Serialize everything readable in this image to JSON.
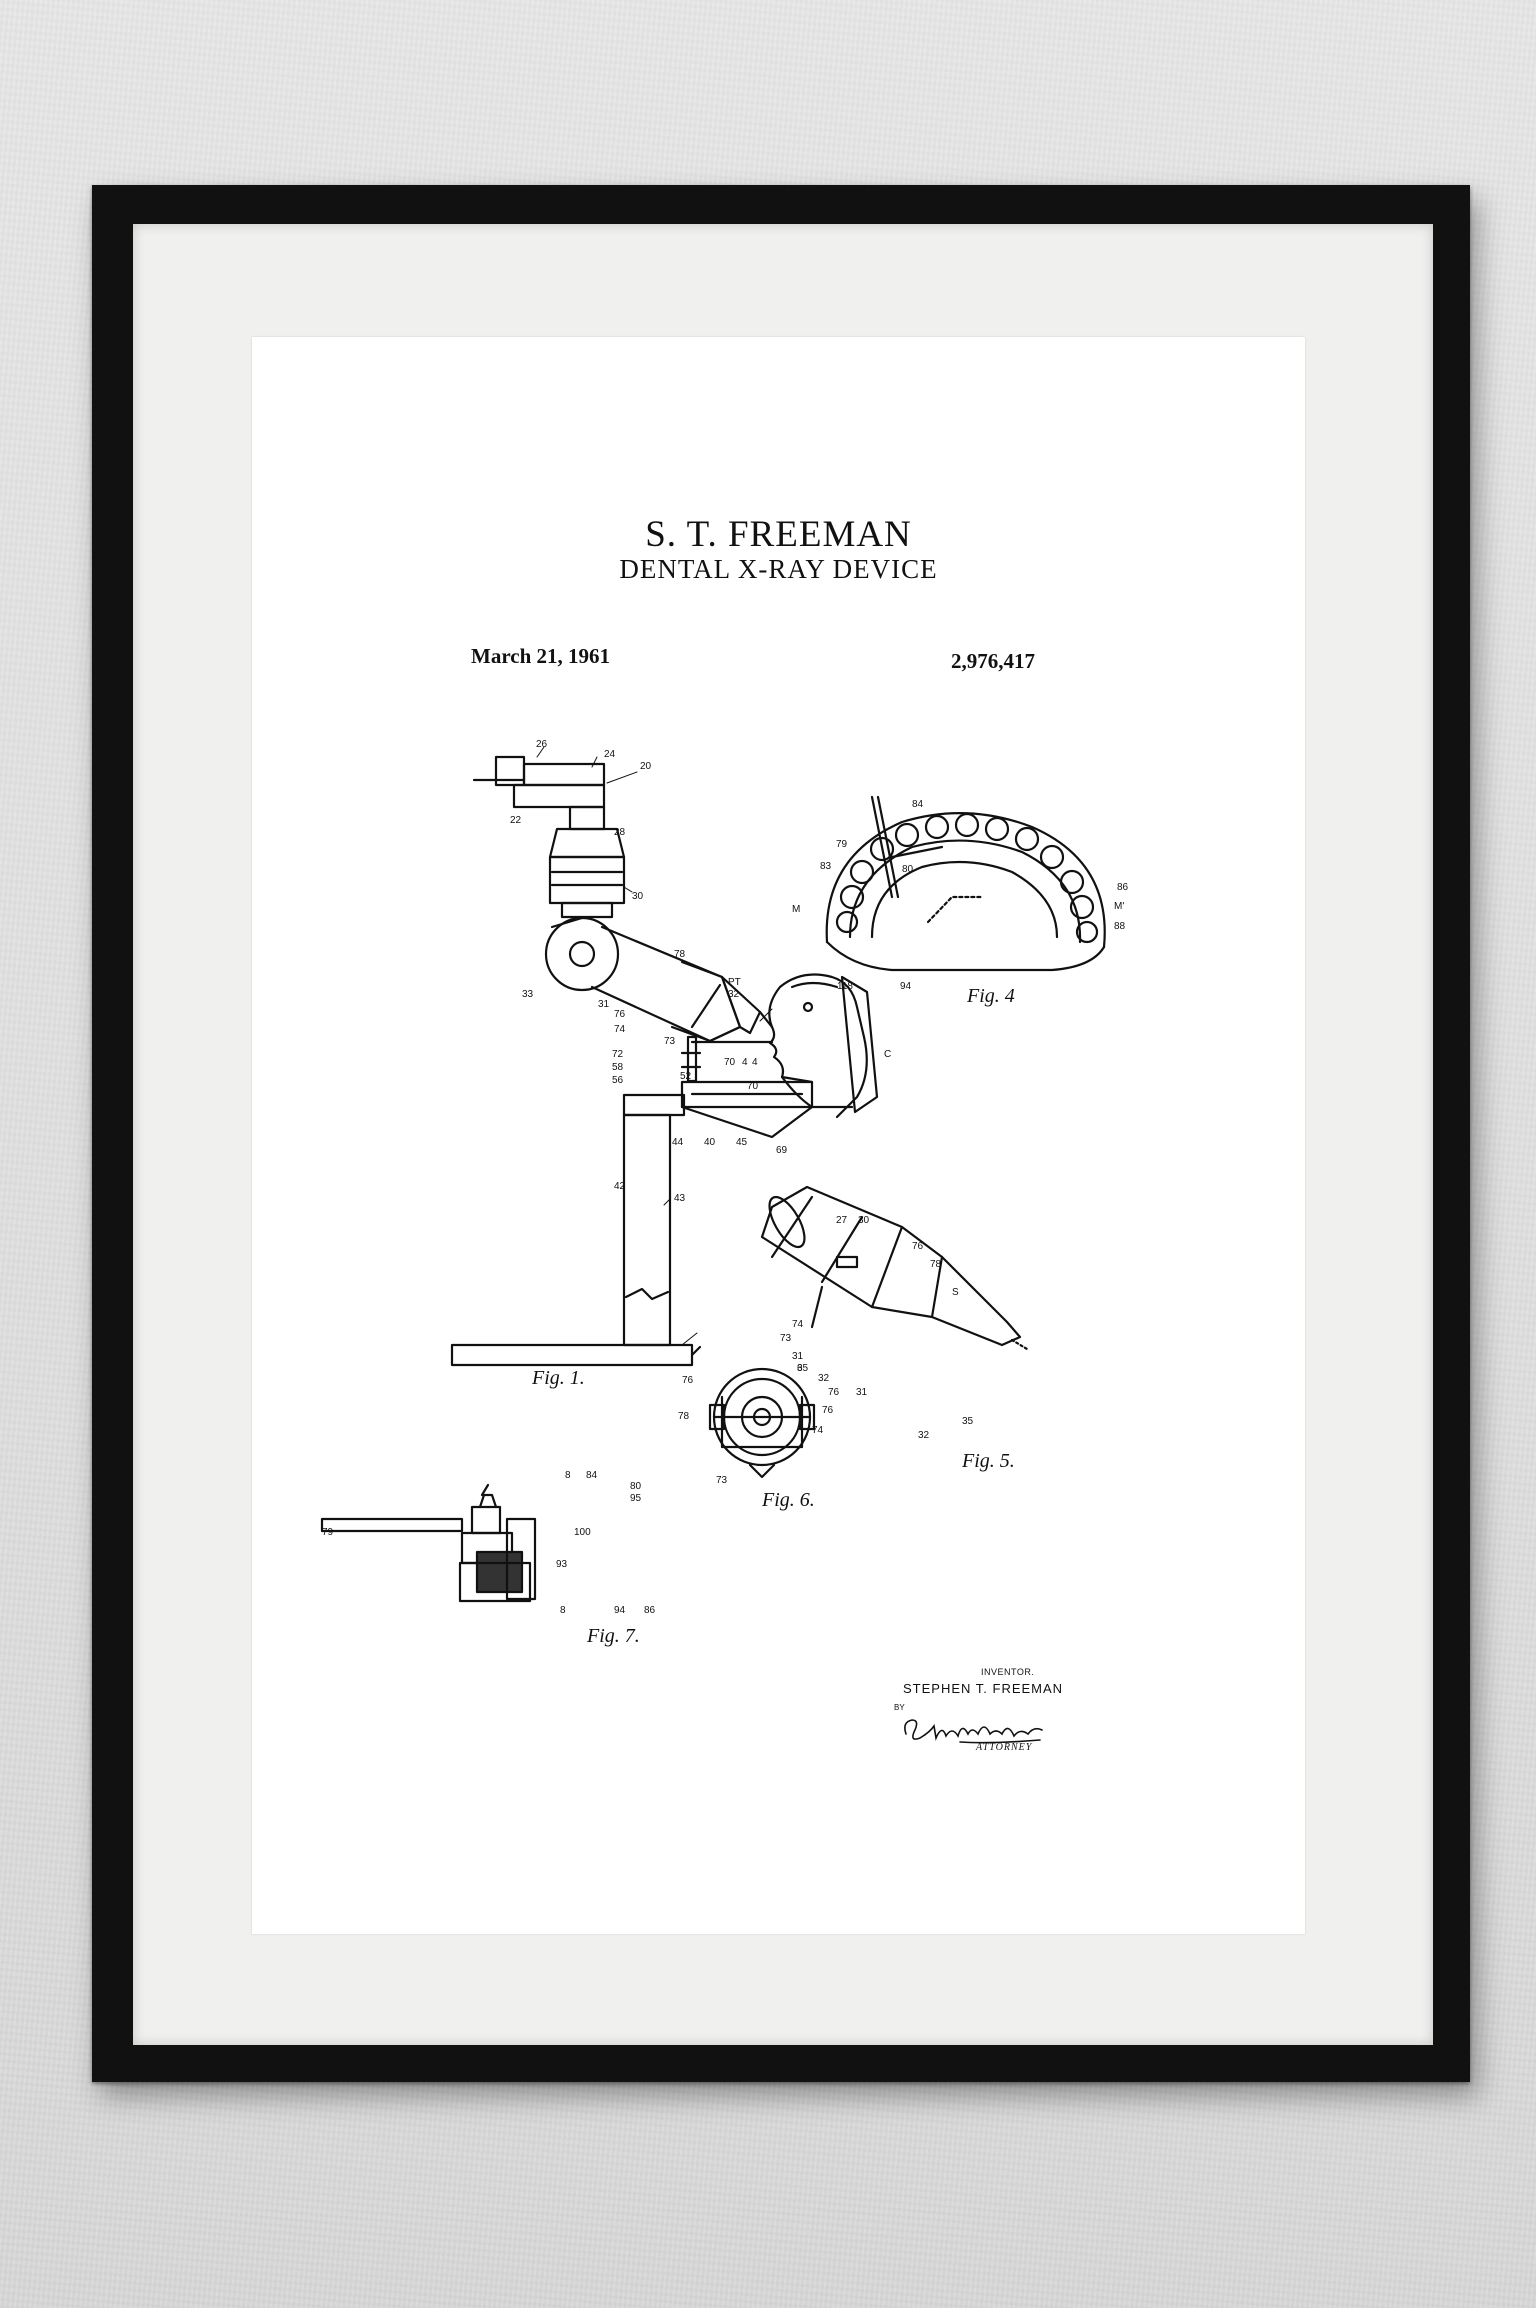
{
  "print": {
    "title": "S. T. FREEMAN",
    "subtitle": "DENTAL X-RAY DEVICE",
    "date": "March 21, 1961",
    "patent_number": "2,976,417",
    "inventor_label": "INVENTOR.",
    "inventor_name": "STEPHEN  T. FREEMAN",
    "by_label": "BY",
    "attorney_label": "ATTORNEY",
    "signature_text": "Gilbert P. Rolnick"
  },
  "figures": {
    "fig1": "Fig. 1.",
    "fig4": "Fig. 4",
    "fig5": "Fig. 5.",
    "fig6": "Fig. 6.",
    "fig7": "Fig. 7."
  },
  "colors": {
    "wall": "#e2e2e2",
    "frame": "#111111",
    "mat": "#f0f0ef",
    "paper": "#ffffff",
    "ink": "#111111"
  }
}
